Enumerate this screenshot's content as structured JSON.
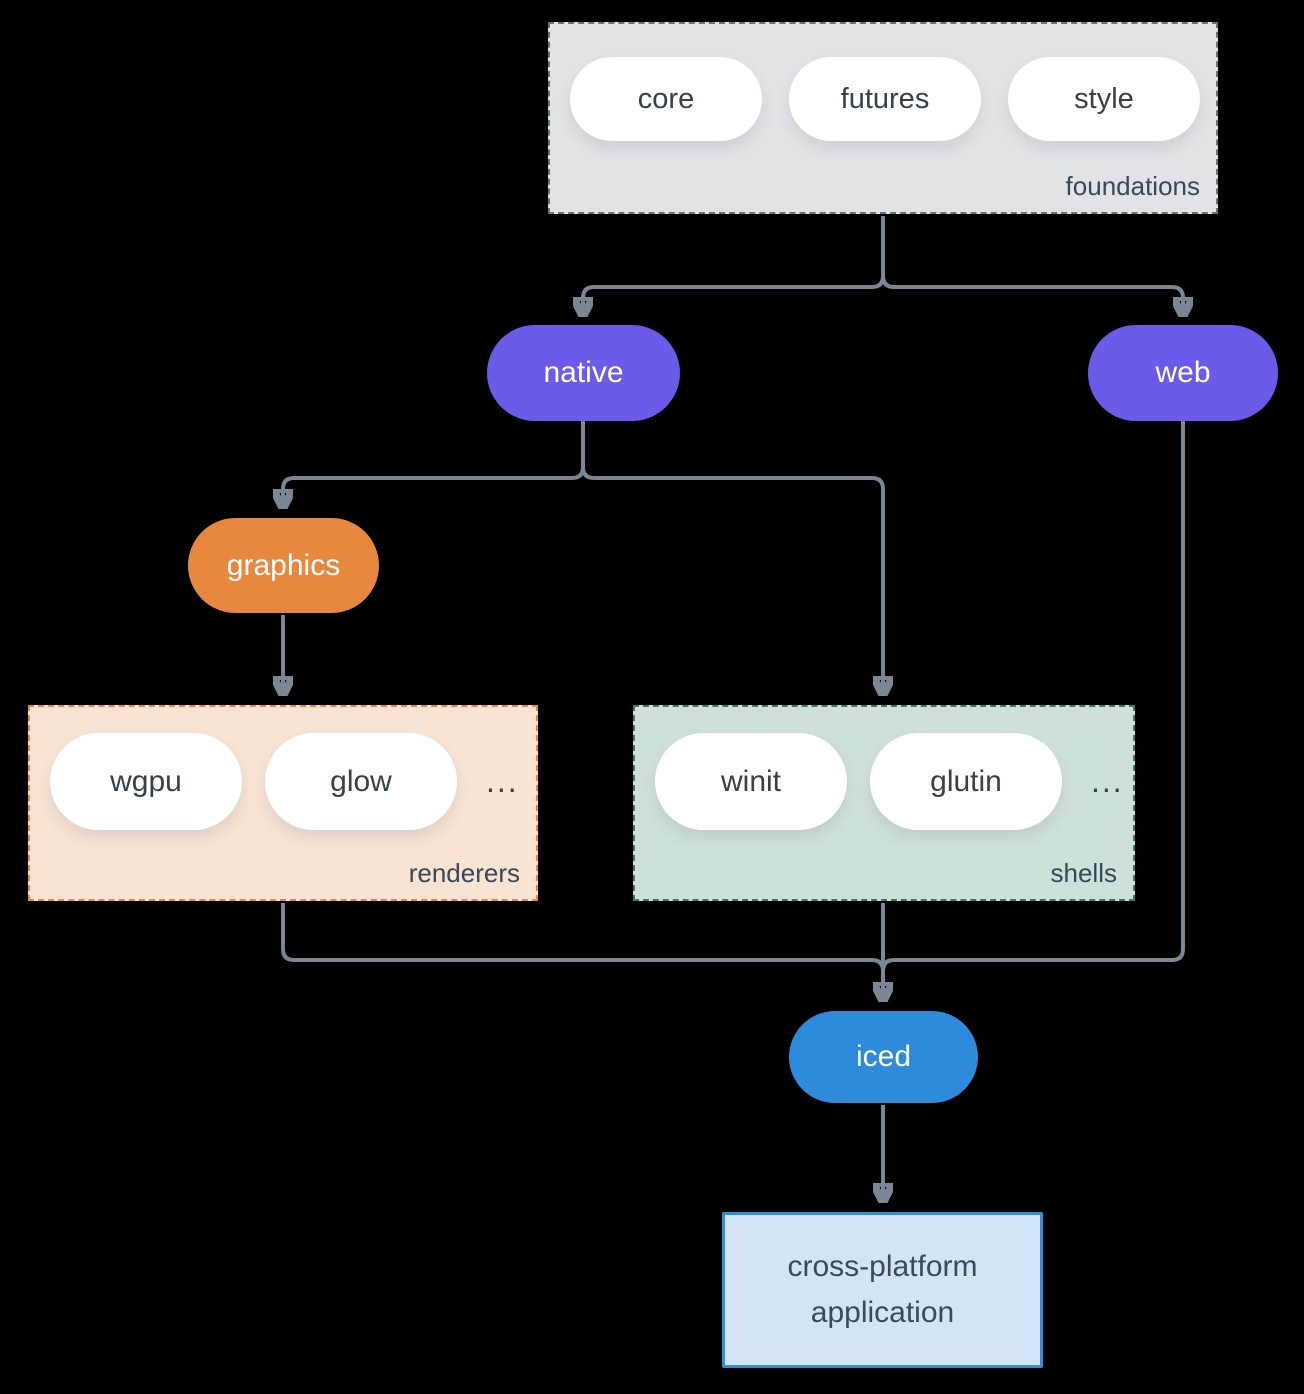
{
  "groups": {
    "foundations": {
      "label": "foundations",
      "pills": [
        "core",
        "futures",
        "style"
      ]
    },
    "renderers": {
      "label": "renderers",
      "pills": [
        "wgpu",
        "glow"
      ],
      "ellipsis": "..."
    },
    "shells": {
      "label": "shells",
      "pills": [
        "winit",
        "glutin"
      ],
      "ellipsis": "..."
    }
  },
  "nodes": {
    "native": {
      "label": "native"
    },
    "web": {
      "label": "web"
    },
    "graphics": {
      "label": "graphics"
    },
    "iced": {
      "label": "iced"
    }
  },
  "application": {
    "lines": [
      "cross-platform",
      "application"
    ]
  },
  "colors": {
    "background": "#000000",
    "connector": "#7b8794",
    "purple_node": "#6a5be8",
    "orange_node": "#e8883e",
    "blue_node": "#2e8bdc",
    "foundations_fill": "#e0e4e7",
    "foundations_border": "#66737f",
    "renderers_fill": "#f9e3d3",
    "renderers_border": "#e8873c",
    "shells_fill": "#cfe0da",
    "shells_border": "#2f7d6c",
    "application_fill": "#d3e4f6",
    "application_border": "#2e8fdd",
    "pill_fill": "#ffffff",
    "dark_text": "#33414e"
  }
}
